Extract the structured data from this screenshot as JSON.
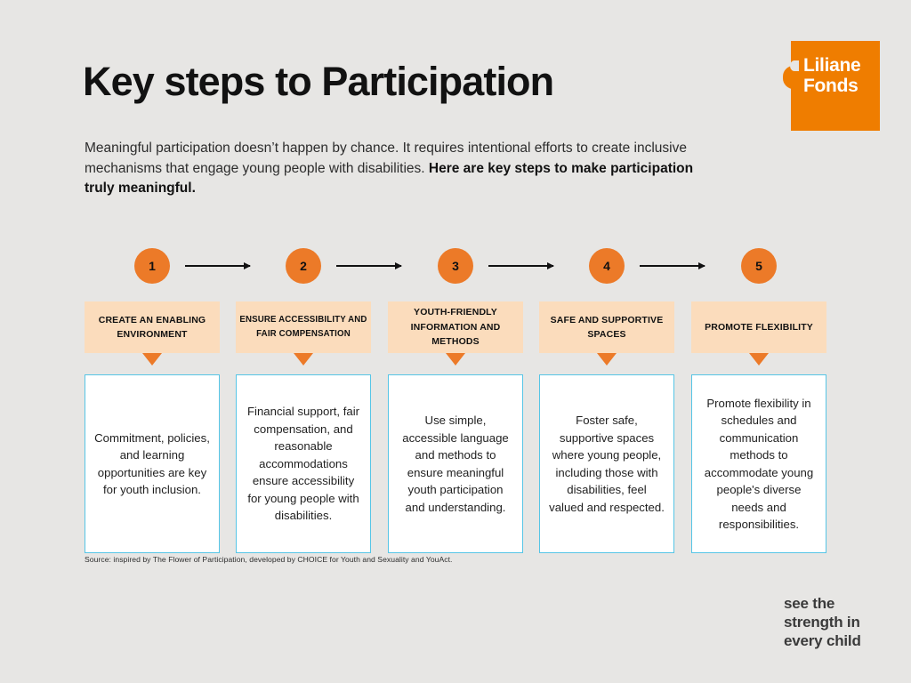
{
  "page": {
    "background": "#e7e6e4",
    "accent_orange": "#ec7a28",
    "banner_peach": "#fbdcbc",
    "card_border_blue": "#56c5e6"
  },
  "logo": {
    "name": "liliane-fonds-logo",
    "line1": "Liliane",
    "line2": "Fonds",
    "color": "#ef7d00"
  },
  "header": {
    "title": "Key steps to Participation",
    "intro_line1": "Meaningful participation doesn’t happen by chance. It requires intentional efforts to",
    "intro_line2": "create inclusive mechanisms that engage young people with disabilities.",
    "intro_bold": "Here are key steps to make participation truly meaningful."
  },
  "steps": [
    {
      "number": "1",
      "heading": "CREATE AN ENABLING ENVIRONMENT",
      "description": "Commitment, policies, and learning opportunities are key for youth inclusion."
    },
    {
      "number": "2",
      "heading": "ENSURE ACCESSIBILITY AND FAIR COMPENSATION",
      "description": "Financial support, fair compensation, and reasonable accommodations ensure accessibility for young people with disabilities."
    },
    {
      "number": "3",
      "heading": "YOUTH-FRIENDLY INFORMATION AND METHODS",
      "description": "Use simple, accessible language and methods to ensure meaningful youth participation and understanding."
    },
    {
      "number": "4",
      "heading": "SAFE AND SUPPORTIVE SPACES",
      "description": "Foster safe, supportive spaces where young people, including those with disabilities, feel valued and respected."
    },
    {
      "number": "5",
      "heading": "PROMOTE FLEXIBILITY",
      "description": "Promote flexibility in schedules and communication methods to accommodate young people's diverse needs and responsibilities."
    }
  ],
  "footer": {
    "source": "Source: inspired by The Flower of Participation, developed by CHOICE for Youth and Sexuality and YouAct.",
    "tagline": "see the strength in every child"
  }
}
